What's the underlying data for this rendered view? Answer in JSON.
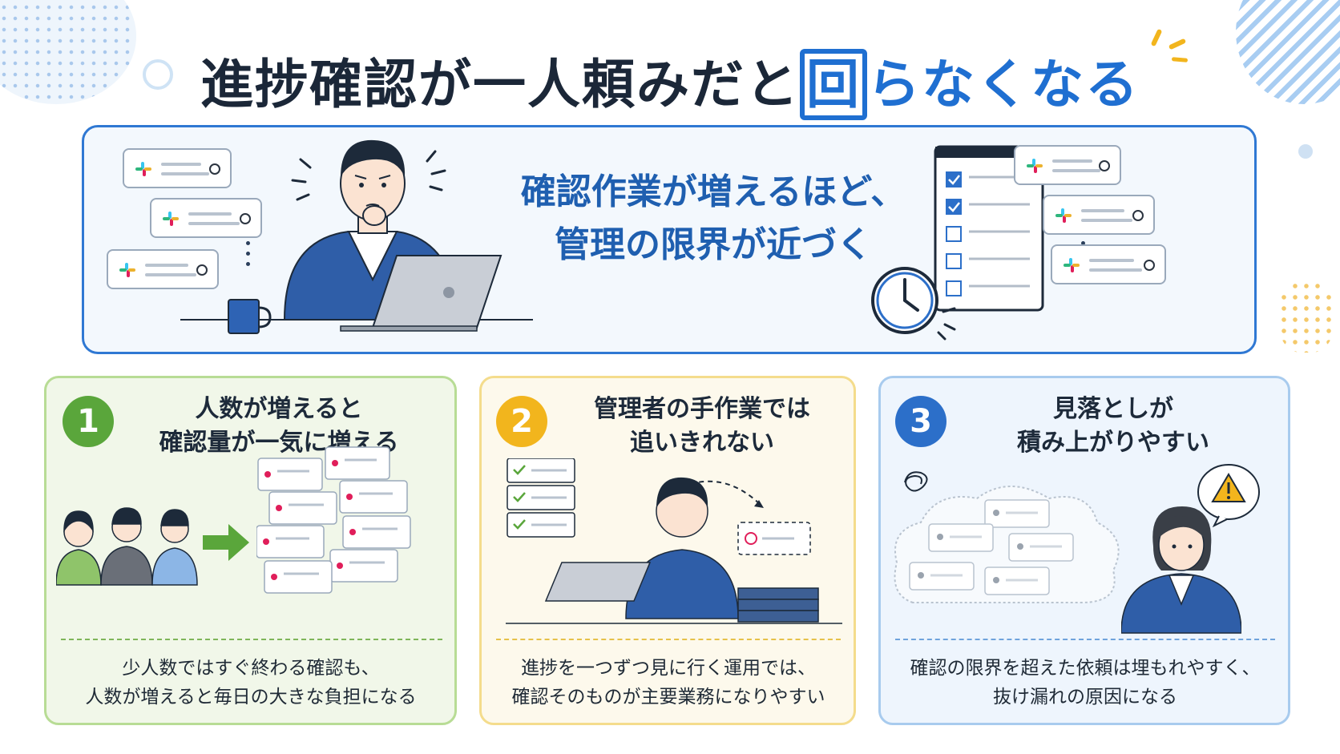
{
  "title": {
    "main": "進捗確認が一人頼みだと",
    "highlight": "回",
    "rest": "らなくなる"
  },
  "hero": {
    "text": "確認作業が増えるほど、\n管理の限界が近づく"
  },
  "panels": [
    {
      "number": "1",
      "title": "人数が増えると\n確認量が一気に増える",
      "description": "少人数ではすぐ終わる確認も、\n人数が増えると毎日の大きな負担になる"
    },
    {
      "number": "2",
      "title": "管理者の手作業では\n追いきれない",
      "description": "進捗を一つずつ見に行く運用では、\n確認そのものが主要業務になりやすい"
    },
    {
      "number": "3",
      "title": "見落としが\n積み上がりやすい",
      "description": "確認の限界を超えた依頼は埋もれやすく、\n抜け漏れの原因になる"
    }
  ],
  "colors": {
    "accent": "#1f6fd1",
    "green": "#5aa63b",
    "yellow": "#f2b51d",
    "blue": "#2c6fc9"
  },
  "icons": [
    "slack-icon",
    "checklist-icon",
    "clock-icon",
    "laptop-icon",
    "mug-icon",
    "arrow-right-icon",
    "warning-icon",
    "tangle-icon"
  ]
}
